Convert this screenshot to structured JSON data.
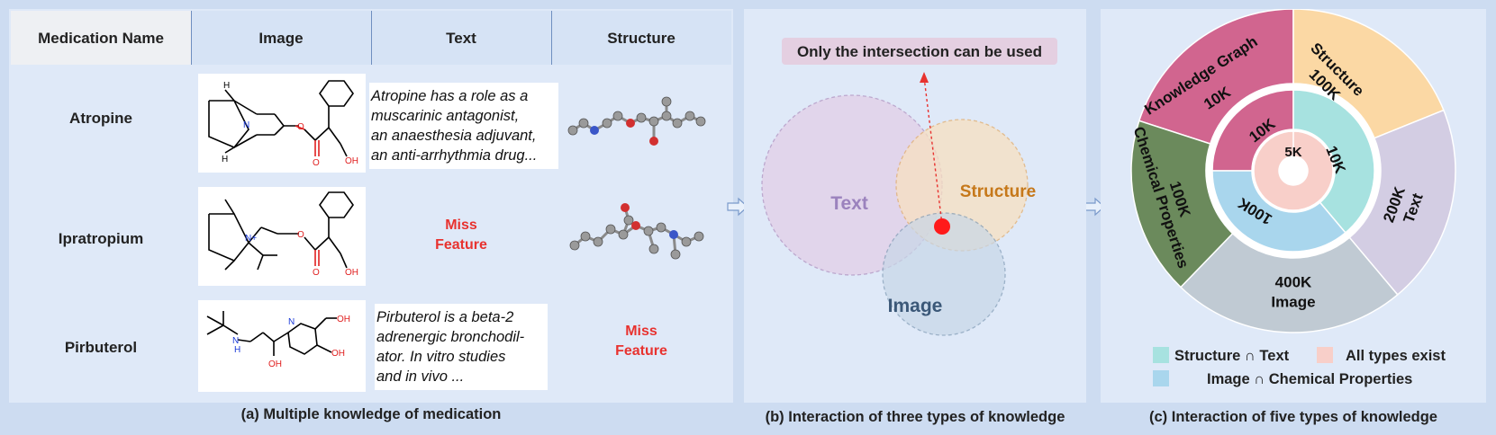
{
  "panel_a": {
    "headers": [
      "Medication Name",
      "Image",
      "Text",
      "Structure"
    ],
    "rows": [
      {
        "name": "Atropine",
        "text": [
          "Atropine has a role as a",
          " muscarinic antagonist,",
          "an anaesthesia adjuvant,",
          "an anti-arrhythmia drug..."
        ],
        "text_missing": "",
        "structure_missing": ""
      },
      {
        "name": "Ipratropium",
        "text": [],
        "text_missing": "Miss\nFeature",
        "structure_missing": ""
      },
      {
        "name": "Pirbuterol",
        "text": [
          "Pirbuterol is a beta-2",
          "adrenergic bronchodil-",
          "ator. In vitro studies",
          "and in vivo ..."
        ],
        "text_missing": "",
        "structure_missing": "Miss\nFeature"
      }
    ],
    "molecule_labels": {
      "h": "H",
      "n": "N",
      "o": "O",
      "oh": "OH",
      "nplus": "N+",
      "h_n": "H"
    },
    "caption": "(a) Multiple knowledge of medication"
  },
  "panel_b": {
    "note": "Only the intersection can be used",
    "circles": [
      {
        "label": "Text",
        "color": "#9b82bd"
      },
      {
        "label": "Structure",
        "color": "#c6781a"
      },
      {
        "label": "Image",
        "color": "#3b5878"
      }
    ],
    "caption": "(b) Interaction of three types of knowledge"
  },
  "panel_c": {
    "outer_segments": [
      {
        "label": "Knowledge Graph",
        "value": "10K",
        "color": "#d1658f"
      },
      {
        "label": "Structure",
        "value": "100K",
        "color": "#fbd8a4"
      },
      {
        "label": "Text",
        "value": "200K",
        "color": "#d3cde3"
      },
      {
        "label": "Image",
        "value": "400K",
        "color": "#c0cad3"
      },
      {
        "label": "Chemical Properties",
        "value": "100K",
        "color": "#6b8a5c"
      }
    ],
    "inner_segments": [
      {
        "value": "10K",
        "color": "#d1658f"
      },
      {
        "value": "10K",
        "color": "#a7e2e0"
      },
      {
        "value": "100K",
        "color": "#a9d6ed"
      }
    ],
    "center_value": "5K",
    "legend": [
      {
        "label": "Structure ∩ Text",
        "color": "#a7e2e0"
      },
      {
        "label": "All types exist",
        "color": "#f8cfc9"
      },
      {
        "label": "Image ∩ Chemical Properties",
        "color": "#a9d6ed"
      }
    ],
    "caption": "(c) Interaction of five types of knowledge"
  }
}
